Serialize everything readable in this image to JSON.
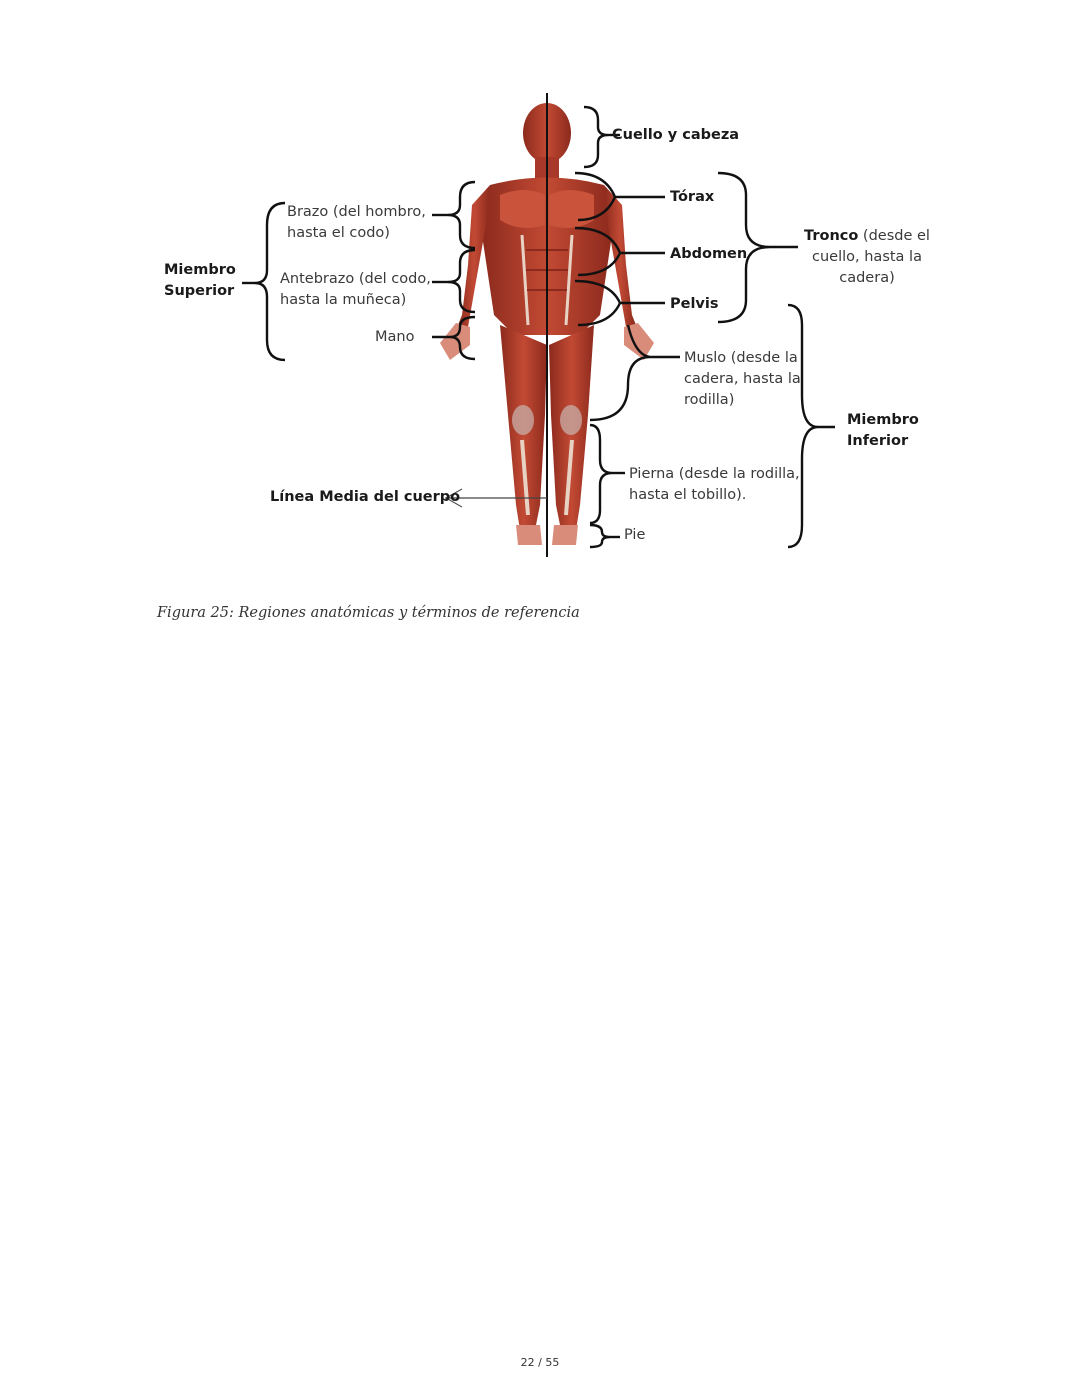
{
  "figure": {
    "upper_limb": {
      "title_line1": "Miembro",
      "title_line2": "Superior",
      "brazo_line1": "Brazo (del hombro,",
      "brazo_line2": "hasta el codo)",
      "antebrazo_line1": "Antebrazo (del codo,",
      "antebrazo_line2": "hasta la muñeca)",
      "mano": "Mano"
    },
    "head": {
      "label": "Cuello y cabeza"
    },
    "trunk": {
      "torax": "Tórax",
      "abdomen": "Abdomen",
      "pelvis": "Pelvis",
      "title": "Tronco",
      "desc_line1": " (desde el",
      "desc_line2": "cuello, hasta la",
      "desc_line3": "cadera)"
    },
    "lower_limb": {
      "muslo_line1": "Muslo (desde la",
      "muslo_line2": "cadera, hasta la",
      "muslo_line3": "rodilla)",
      "title_line1": "Miembro",
      "title_line2": "Inferior",
      "pierna_line1": "Pierna (desde la rodilla,",
      "pierna_line2": "hasta el tobillo).",
      "pie": "Pie"
    },
    "midline": {
      "label": "Línea Media del cuerpo"
    },
    "colors": {
      "muscle": "#b5412e",
      "muscle_dark": "#8c2a1d",
      "tendon": "#e8d2c4",
      "line": "#111111"
    }
  },
  "caption": "Figura 25: Regiones anatómicas y términos de referencia",
  "page": {
    "number": "22 / 55"
  }
}
